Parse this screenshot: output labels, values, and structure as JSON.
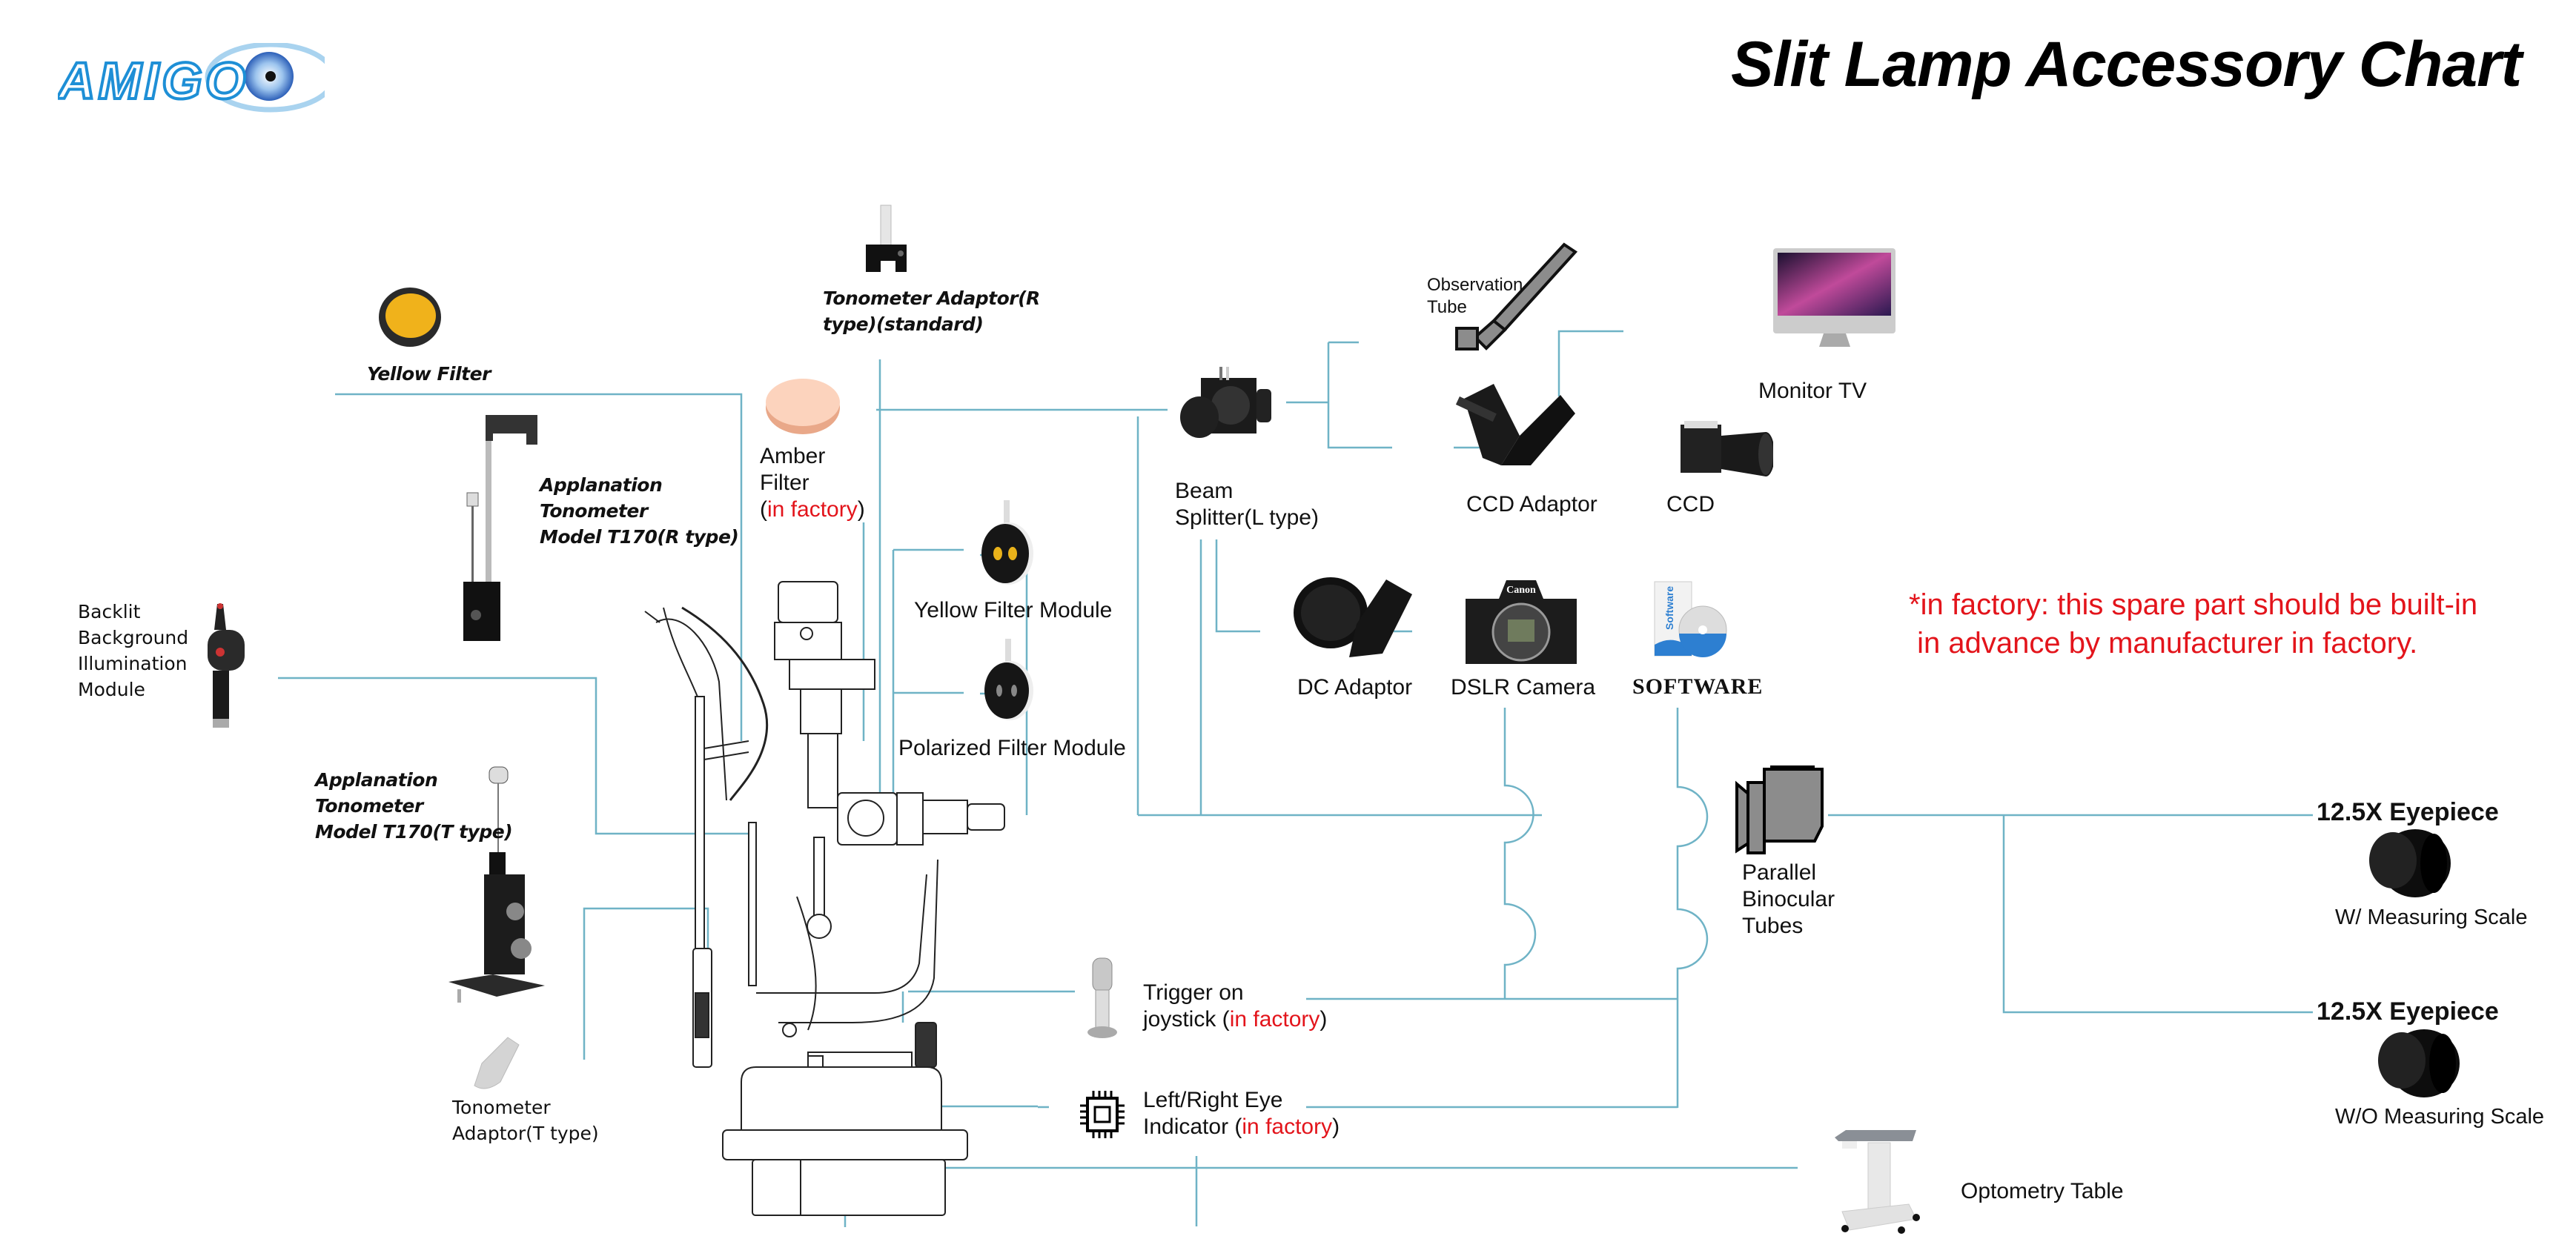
{
  "brand": {
    "name": "AMIGO"
  },
  "title": "Slit Lamp Accessory Chart",
  "note": {
    "line1": "*in factory: this spare part should be built-in",
    "line2": " in advance by manufacturer in factory."
  },
  "colors": {
    "connector": "#6fb3c6",
    "in_factory": "#e3141b",
    "brand_blue": "#1e8fd6"
  },
  "in_factory_text": "in factory",
  "items": {
    "yellow_filter": {
      "label": "Yellow Filter"
    },
    "tonometer_adaptor_r": {
      "line1": "Tonometer Adaptor(R",
      "line2": "type)(standard)"
    },
    "amber_filter": {
      "line1": "Amber",
      "line2": "Filter",
      "paren_open": "(",
      "paren_close": ")"
    },
    "applanation_r": {
      "line1": "Applanation",
      "line2": "Tonometer",
      "line3": "Model T170(R type)"
    },
    "backlit": {
      "line1": "Backlit",
      "line2": "Background",
      "line3": "Illumination",
      "line4": "Module"
    },
    "applanation_t": {
      "line1": "Applanation",
      "line2": "Tonometer",
      "line3": "Model T170(T type)"
    },
    "tonometer_adaptor_t": {
      "line1": "Tonometer",
      "line2": "Adaptor(T type)"
    },
    "yellow_filter_module": {
      "label": "Yellow Filter Module"
    },
    "polarized_filter_module": {
      "label": "Polarized Filter Module"
    },
    "beam_splitter": {
      "line1": "Beam",
      "line2": "Splitter(L type)"
    },
    "observation_tube": {
      "line1": "Observation",
      "line2": "Tube"
    },
    "ccd_adaptor": {
      "label": "CCD Adaptor"
    },
    "ccd": {
      "label": "CCD"
    },
    "monitor_tv": {
      "label": "Monitor TV"
    },
    "dc_adaptor": {
      "label": "DC Adaptor"
    },
    "dslr_camera": {
      "label": "DSLR Camera",
      "brand": "Canon"
    },
    "software": {
      "label": "SOFTWARE",
      "box_text": "Software"
    },
    "parallel_binocular": {
      "line1": "Parallel",
      "line2": "Binocular",
      "line3": "Tubes"
    },
    "eyepiece_w": {
      "heading": "12.5X Eyepiece",
      "sub": "W/ Measuring Scale"
    },
    "eyepiece_wo": {
      "heading": "12.5X Eyepiece",
      "sub": "W/O Measuring Scale"
    },
    "trigger_joystick": {
      "line1": "Trigger on",
      "line2_prefix": "joystick (",
      "line2_suffix": ")"
    },
    "lr_eye_indicator": {
      "line1": "Left/Right Eye",
      "line2_prefix": "Indicator (",
      "line2_suffix": ")"
    },
    "optometry_table": {
      "label": "Optometry Table"
    }
  }
}
